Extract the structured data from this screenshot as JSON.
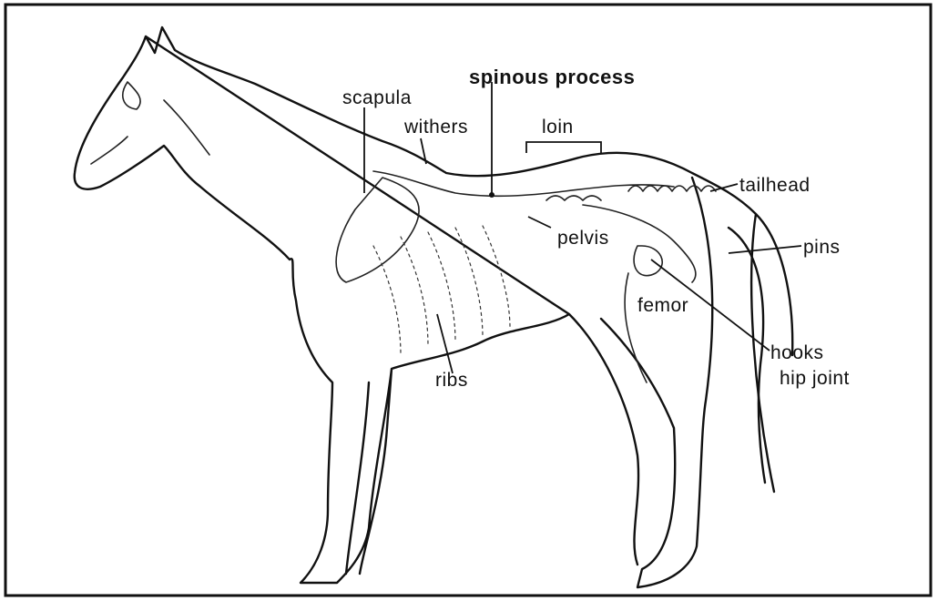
{
  "labels": {
    "spinous_process": "spinous process",
    "scapula": "scapula",
    "withers": "withers",
    "loin": "loin",
    "tailhead": "tailhead",
    "pelvis": "pelvis",
    "pins": "pins",
    "femor": "femor",
    "hooks": "hooks",
    "hip_joint": "hip joint",
    "ribs": "ribs"
  }
}
